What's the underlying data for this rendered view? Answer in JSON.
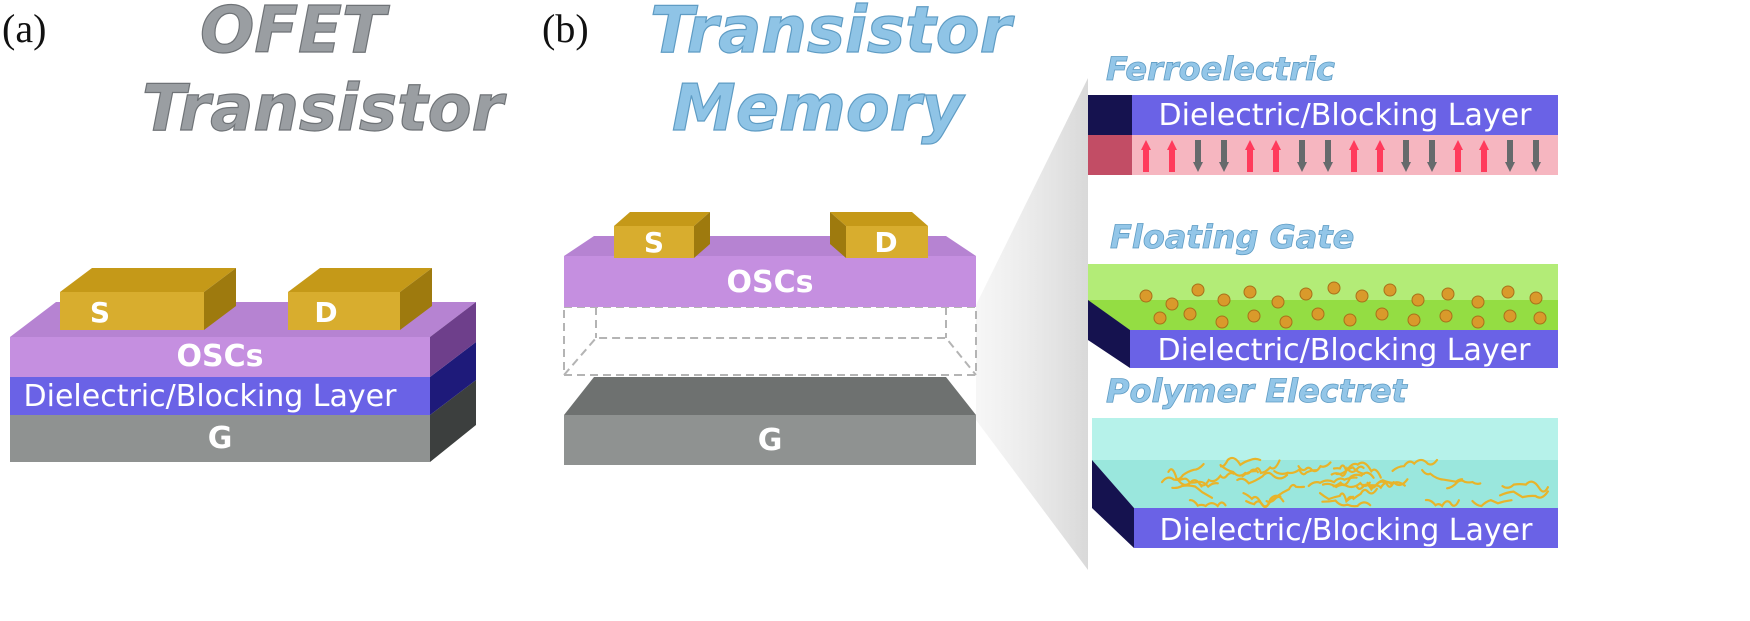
{
  "panel_a": {
    "label": "(a)",
    "title_line1": "OFET",
    "title_line2": "Transistor",
    "source": "S",
    "drain": "D",
    "osc": "OSCs",
    "dielectric": "Dielectric/Blocking Layer",
    "gate": "G"
  },
  "panel_b": {
    "label": "(b)",
    "title_line1": "Transistor",
    "title_line2": "Memory",
    "source": "S",
    "drain": "D",
    "osc": "OSCs",
    "gate": "G"
  },
  "memory_types": {
    "ferroelectric": {
      "title": "Ferroelectric",
      "layer": "Dielectric/Blocking Layer"
    },
    "floating_gate": {
      "title": "Floating Gate",
      "layer": "Dielectric/Blocking Layer"
    },
    "polymer_electret": {
      "title": "Polymer Electret",
      "layer": "Dielectric/Blocking Layer"
    }
  },
  "colors": {
    "gold": "#d8ad2e",
    "osc_purple": "#c58fe0",
    "dielectric_blue": "#6a62e6",
    "gate_gray": "#8f9291",
    "ferro_pink": "#f4a0ad",
    "floating_green": "#a6e35e",
    "electret_cyan": "#9fe8de"
  }
}
